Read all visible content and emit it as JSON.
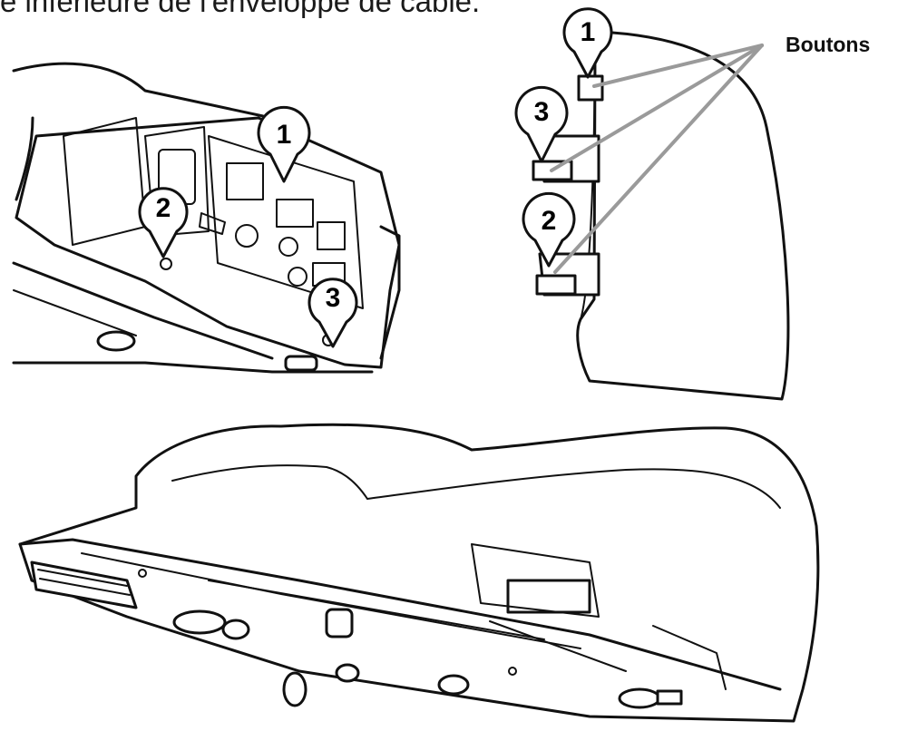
{
  "heading": "e inférieure de l'enveloppe de câble.",
  "buttons_label": "Boutons",
  "callouts": {
    "left_1": "1",
    "left_2": "2",
    "left_3": "3",
    "right_1": "1",
    "right_2": "2",
    "right_3": "3"
  },
  "colors": {
    "outline": "#111111",
    "leader_lines": "#9a9a9a",
    "background": "#ffffff"
  }
}
